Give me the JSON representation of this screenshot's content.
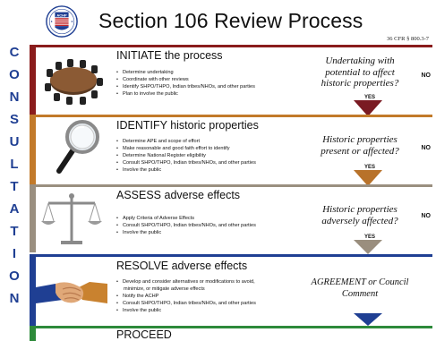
{
  "header": {
    "logo_text": "ACHP",
    "title": "Section 106 Review Process",
    "citation": "36 CFR § 800.3-7"
  },
  "consultation_letters": [
    "C",
    "O",
    "N",
    "S",
    "U",
    "L",
    "T",
    "A",
    "T",
    "I",
    "O",
    "N"
  ],
  "colors": {
    "initiate": "#8a1c1c",
    "identify": "#c27a2a",
    "assess": "#9a8f80",
    "resolve": "#1f3f93",
    "proceed": "#2d8a3a",
    "consultation_text": "#1f3f93"
  },
  "steps": [
    {
      "heading": "INITIATE the process",
      "bullets": [
        "Determine undertaking",
        "Coordinate with other reviews",
        "Identify SHPO/THPO, Indian tribes/NHOs, and other parties",
        "Plan to involve the public"
      ],
      "question": "Undertaking with potential to affect historic properties?",
      "no_label": "NO",
      "yes_label": "YES",
      "icon": "conference-table-icon"
    },
    {
      "heading": "IDENTIFY historic properties",
      "bullets": [
        "Determine APE and scope of effort",
        "Make reasonable and good faith effort to identify",
        "Determine National Register eligibility",
        "Consult SHPO/THPO, Indian tribes/NHOs, and other parties",
        "Involve the public"
      ],
      "question": "Historic properties present or affected?",
      "no_label": "NO",
      "yes_label": "YES",
      "icon": "magnifying-glass-icon"
    },
    {
      "heading": "ASSESS adverse effects",
      "bullets": [
        "Apply Criteria of Adverse Effects",
        "Consult SHPO/THPO, Indian tribes/NHOs, and other parties",
        "Involve the public"
      ],
      "question": "Historic properties adversely affected?",
      "no_label": "NO",
      "yes_label": "YES",
      "icon": "scales-icon"
    },
    {
      "heading": "RESOLVE adverse effects",
      "bullets": [
        "Develop and consider alternatives or modifications to avoid,",
        "minimize, or mitigate adverse effects",
        "Notify the ACHP",
        "Consult SHPO/THPO, Indian tribes/NHOs, and other parties",
        "Involve the public"
      ],
      "question": "AGREEMENT or Council Comment",
      "icon": "handshake-icon"
    }
  ],
  "proceed": "PROCEED"
}
